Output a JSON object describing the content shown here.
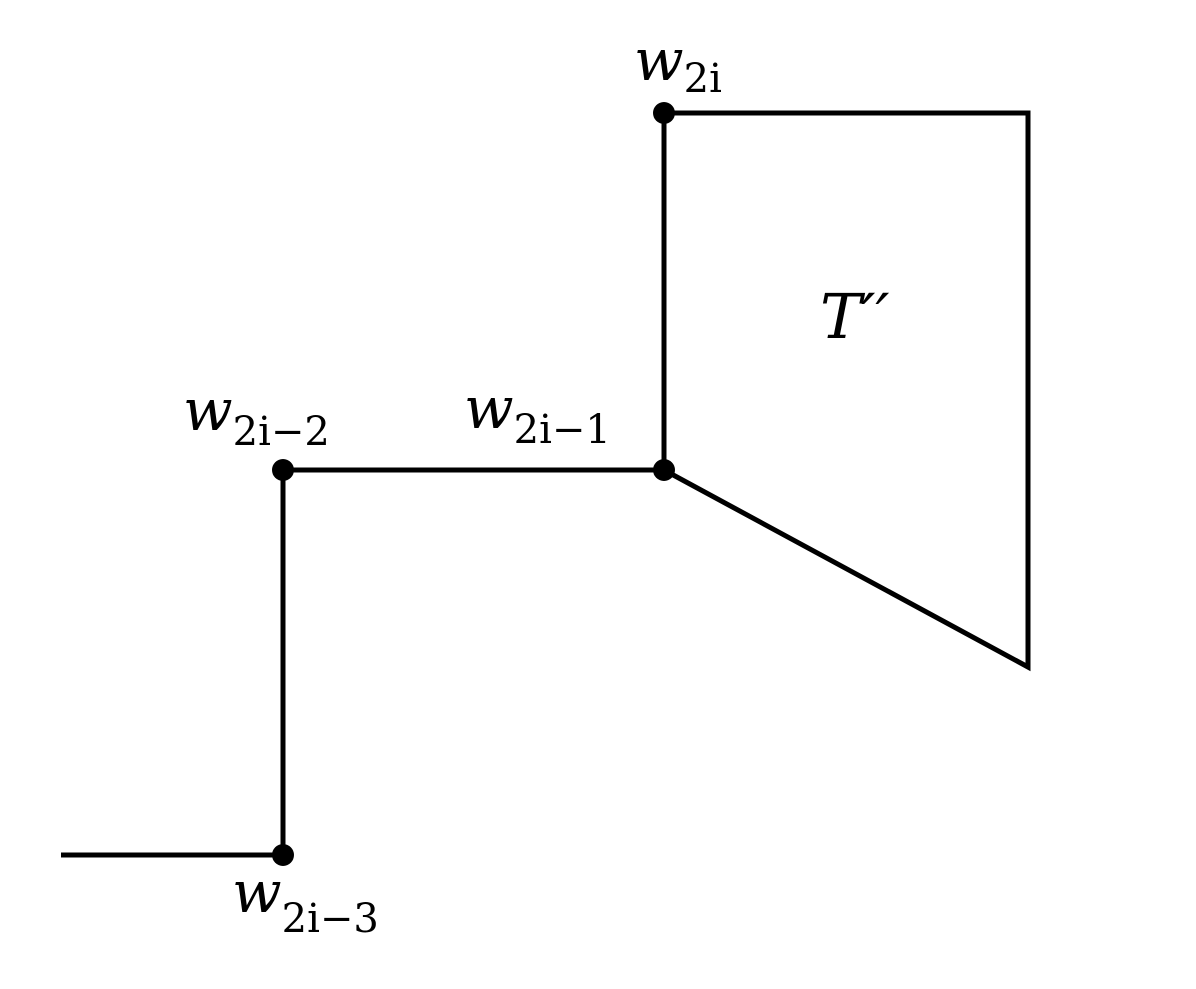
{
  "vertices": [
    {
      "id": "w2i3",
      "label": "w",
      "subscript": "2i−3"
    },
    {
      "id": "w2i2",
      "label": "w",
      "subscript": "2i−2"
    },
    {
      "id": "w2i1",
      "label": "w",
      "subscript": "2i−1"
    },
    {
      "id": "w2i",
      "label": "w",
      "subscript": "2i"
    }
  ],
  "region_label": "T′′",
  "colors": {
    "stroke": "#000000",
    "background": "#ffffff"
  }
}
